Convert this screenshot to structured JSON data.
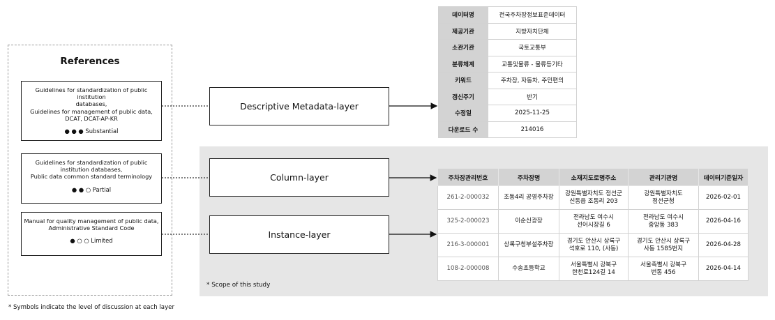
{
  "references": {
    "title": "References",
    "items": [
      {
        "text": "Guidelines for standardization of public institution\ndatabases,\nGuidelines for management of public data,\nDCAT, DCAT-AP-KR",
        "symbol": "● ● ●  Substantial"
      },
      {
        "text": "Guidelines for standardization of public\ninstitution databases,\nPublic data common standard terminology",
        "symbol": "● ● ○  Partial"
      },
      {
        "text": "Manual for quality management of public data,\nAdministrative Standard Code",
        "symbol": "● ○ ○  Limited"
      }
    ],
    "footnote": "* Symbols indicate the level of discussion at each layer"
  },
  "layers": {
    "descriptive": "Descriptive Metadata-layer",
    "column": "Column-layer",
    "instance": "Instance-layer"
  },
  "scope_label": "* Scope of this study",
  "metadata": [
    {
      "key": "데이터명",
      "value": "전국주차장정보표준데이터"
    },
    {
      "key": "제공기관",
      "value": "지방자치단체"
    },
    {
      "key": "소관기관",
      "value": "국토교통부"
    },
    {
      "key": "분류체계",
      "value": "교통및물류 - 물류등기타"
    },
    {
      "key": "키워드",
      "value": "주차장, 자동차, 주민편의"
    },
    {
      "key": "갱신주기",
      "value": "반기"
    },
    {
      "key": "수정일",
      "value": "2025-11-25"
    },
    {
      "key": "다운로드 수",
      "value": "214016"
    }
  ],
  "instance_table": {
    "headers": [
      "주차장관리번호",
      "주차장명",
      "소재지도로명주소",
      "관리기관명",
      "데이터기준일자"
    ],
    "rows": [
      [
        "261-2-000032",
        "조동4리 공영주차장",
        "강원특별자치도 정선군\n신동읍 조동리 203",
        "강원특별자치도\n정선군청",
        "2026-02-01"
      ],
      [
        "325-2-000023",
        "이순신광장",
        "전라남도 여수시\n선어시장길 6",
        "전라남도 여수시\n중앙동 383",
        "2026-04-16"
      ],
      [
        "216-3-000001",
        "상록구청부설주차장",
        "경기도 안산시 상록구\n석호로 110, (사동)",
        "경기도 안산시 상록구\n사동 1585번지",
        "2026-04-28"
      ],
      [
        "108-2-000008",
        "수송초등학교",
        "서울특별시 강북구\n한천로124길 14",
        "서울측별시 강북구\n번동 456",
        "2026-04-14"
      ]
    ]
  }
}
